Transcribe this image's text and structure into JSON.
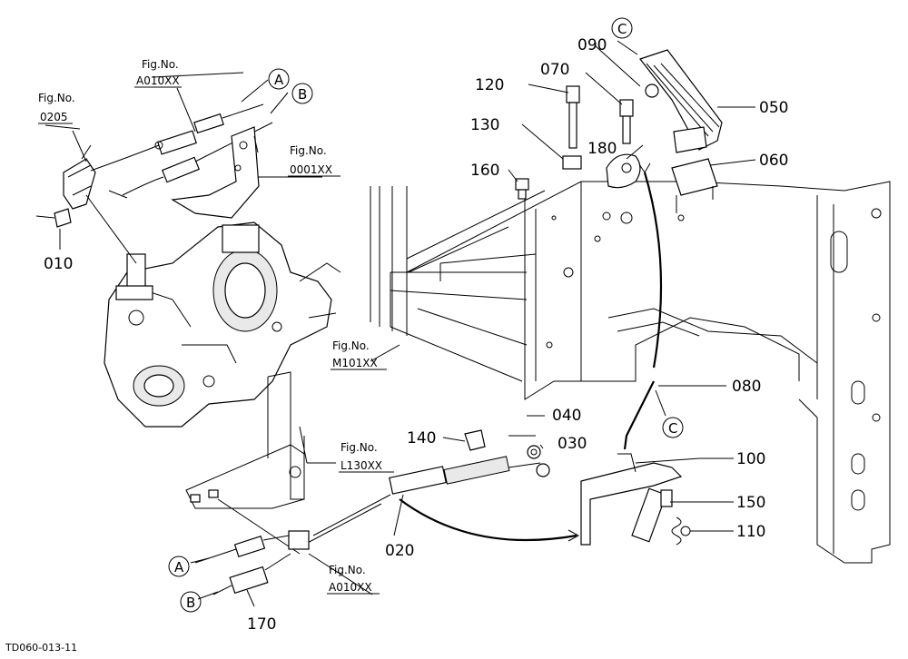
{
  "callouts": {
    "p010": "010",
    "p020": "020",
    "p030": "030",
    "p040": "040",
    "p050": "050",
    "p060": "060",
    "p070": "070",
    "p080": "080",
    "p090": "090",
    "p100": "100",
    "p110": "110",
    "p120": "120",
    "p130": "130",
    "p140": "140",
    "p150": "150",
    "p160": "160",
    "p170": "170",
    "p180": "180"
  },
  "fig_refs": {
    "fig_label": "Fig.No.",
    "a010xx_top": "A010XX",
    "f0205": "0205",
    "f0001xx": "0001XX",
    "m101xx": "M101XX",
    "l130xx": "L130XX",
    "a010xx_bottom": "A010XX"
  },
  "connectors": {
    "a": "A",
    "b": "B",
    "c": "C"
  },
  "drawing_code": "TD060-013-11"
}
